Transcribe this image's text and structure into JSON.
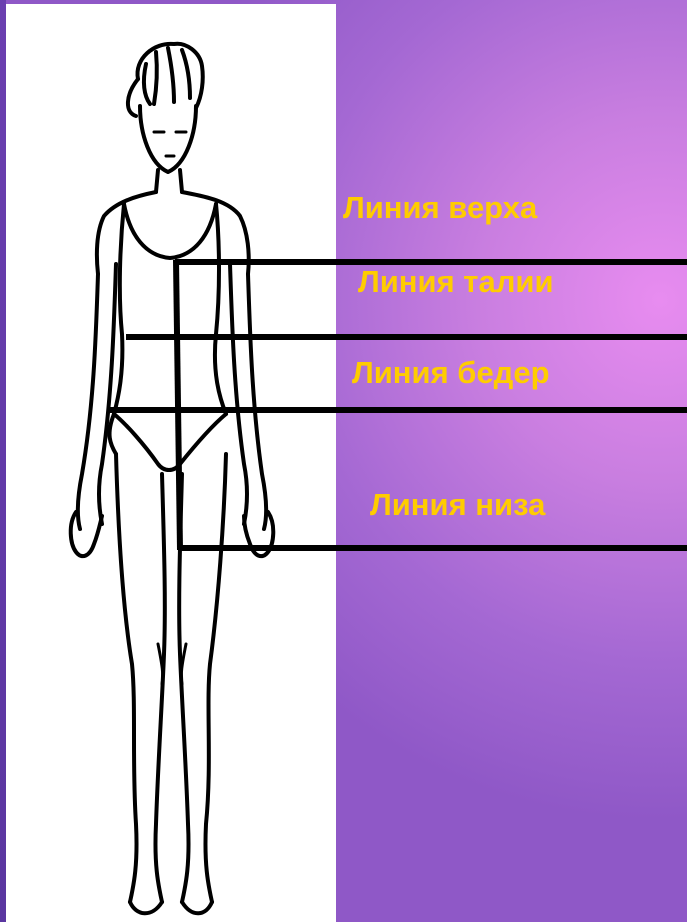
{
  "labels": {
    "top_line": "Линия верха",
    "waist_line": "Линия талии",
    "hips_line": "Линия бедер",
    "bottom_line": "Линия низа"
  },
  "colors": {
    "label": "#ffcc00",
    "line": "#000000",
    "panel": "#ffffff",
    "background": "#b372d8"
  },
  "figure": {
    "icon": "female-body-outline-icon"
  }
}
